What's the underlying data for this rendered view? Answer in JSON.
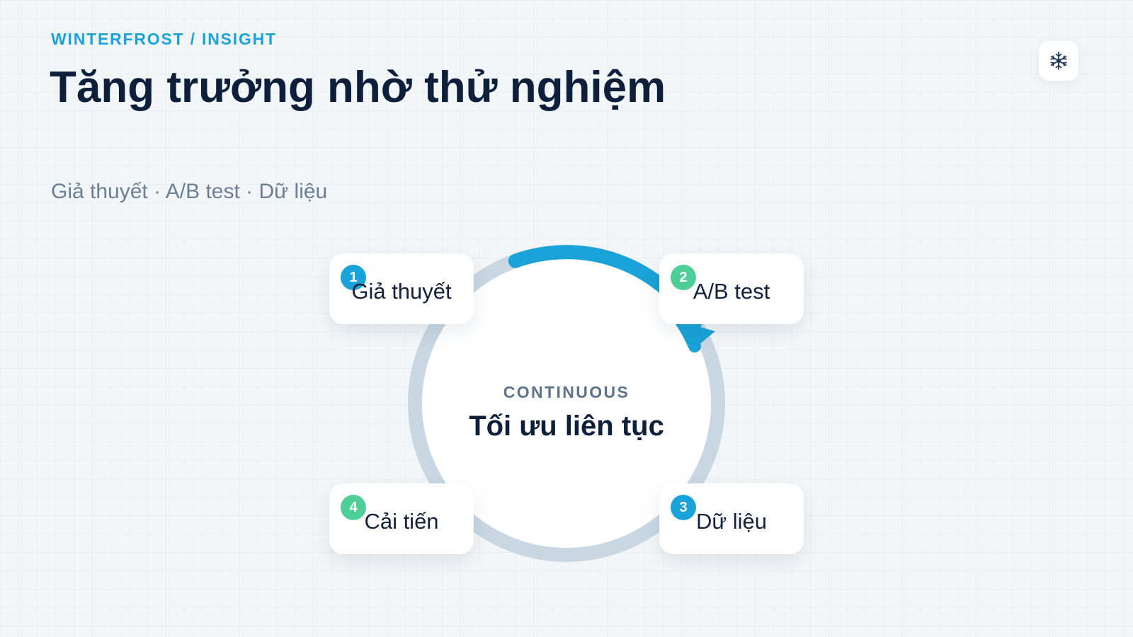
{
  "header": {
    "eyebrow": "WINTERFROST / INSIGHT",
    "title": "Tăng trưởng nhờ thử nghiệm",
    "subtitle": "Giả thuyết · A/B test · Dữ liệu",
    "logo_icon": "snowflake-icon"
  },
  "diagram": {
    "center_eyebrow": "CONTINUOUS",
    "center_title": "Tối ưu liên tục",
    "progress_arrow": "arrowhead-icon",
    "steps": [
      {
        "number": "1",
        "label": "Giả thuyết",
        "badge_color": "#1aa3d9"
      },
      {
        "number": "2",
        "label": "A/B test",
        "badge_color": "#4fcf98"
      },
      {
        "number": "3",
        "label": "Dữ liệu",
        "badge_color": "#1aa3d9"
      },
      {
        "number": "4",
        "label": "Cải tiến",
        "badge_color": "#4fcf98"
      }
    ]
  },
  "colors": {
    "accent": "#1aa3d9",
    "accent_green": "#4fcf98",
    "ring": "#c9d7e3",
    "heading": "#0d1f3a",
    "muted": "#6b7f94"
  }
}
